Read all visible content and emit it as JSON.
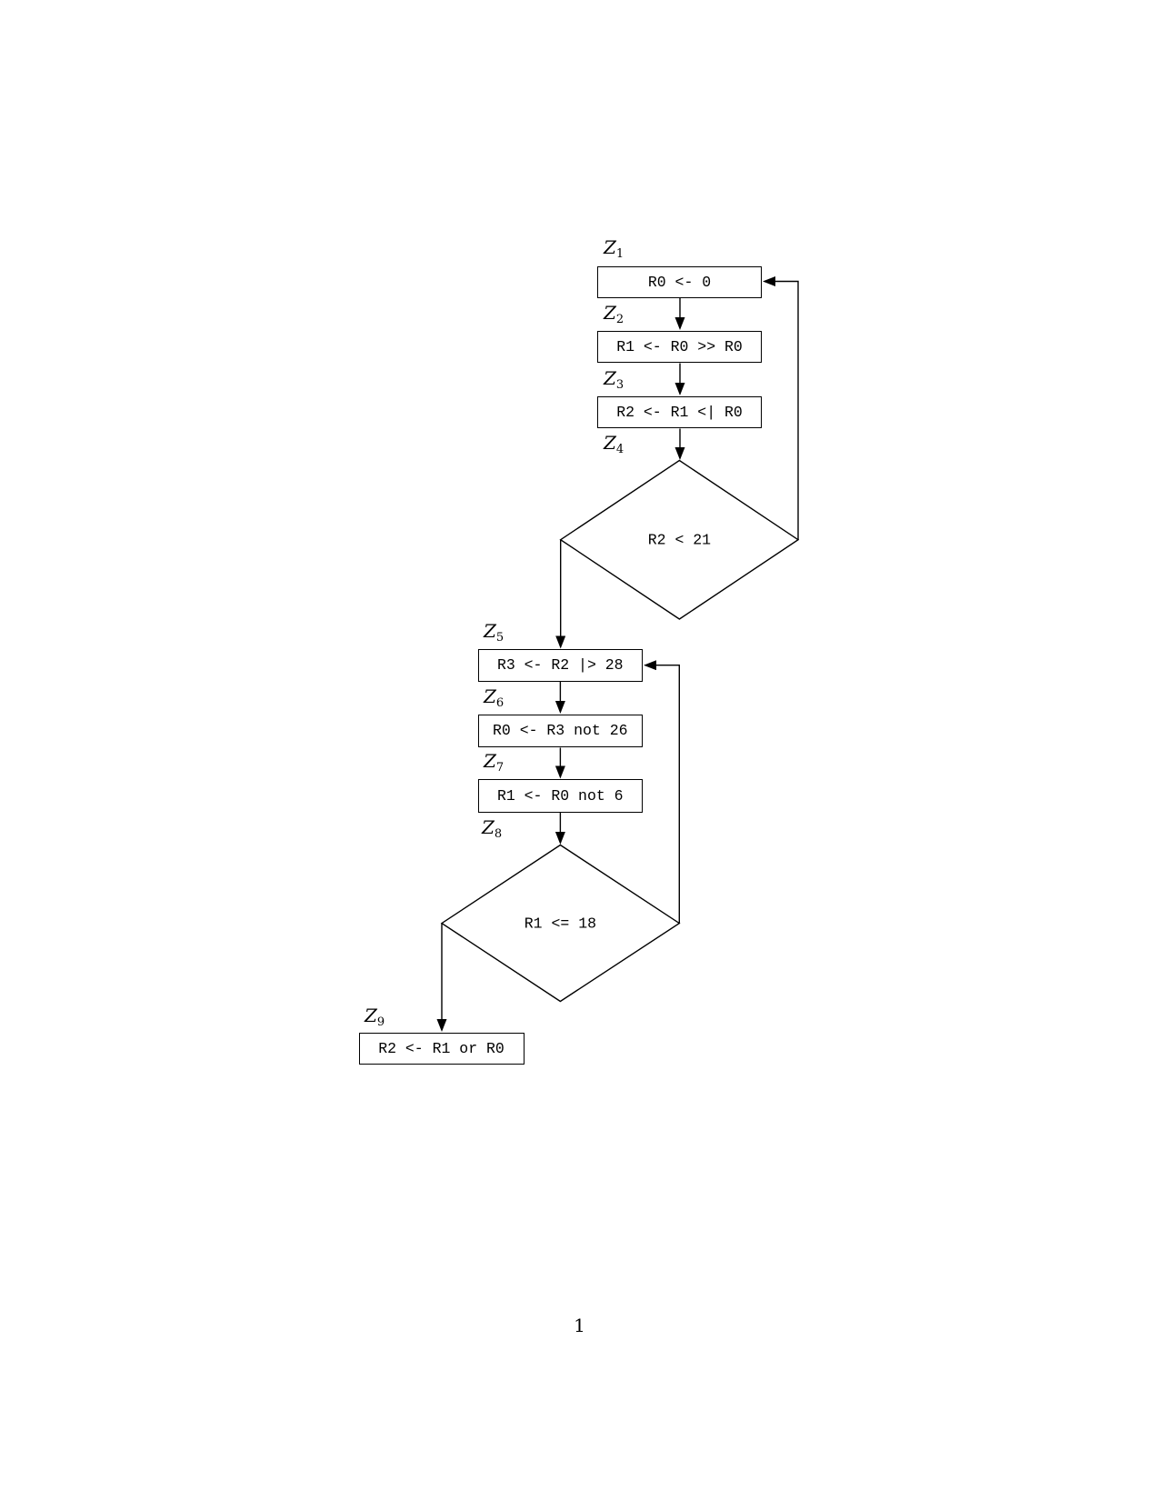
{
  "page": {
    "number": "1"
  },
  "colors": {
    "ink": "#000000",
    "paper": "#ffffff"
  },
  "flowchart": {
    "nodes": [
      {
        "id": "Z1",
        "label_base": "Z",
        "label_sub": "1",
        "shape": "rect",
        "text": "R0 <- 0"
      },
      {
        "id": "Z2",
        "label_base": "Z",
        "label_sub": "2",
        "shape": "rect",
        "text": "R1 <- R0 >> R0"
      },
      {
        "id": "Z3",
        "label_base": "Z",
        "label_sub": "3",
        "shape": "rect",
        "text": "R2 <- R1 <| R0"
      },
      {
        "id": "Z4",
        "label_base": "Z",
        "label_sub": "4",
        "shape": "diamond",
        "text": "R2 < 21"
      },
      {
        "id": "Z5",
        "label_base": "Z",
        "label_sub": "5",
        "shape": "rect",
        "text": "R3 <- R2 |> 28"
      },
      {
        "id": "Z6",
        "label_base": "Z",
        "label_sub": "6",
        "shape": "rect",
        "text": "R0 <- R3 not 26"
      },
      {
        "id": "Z7",
        "label_base": "Z",
        "label_sub": "7",
        "shape": "rect",
        "text": "R1 <- R0 not 6"
      },
      {
        "id": "Z8",
        "label_base": "Z",
        "label_sub": "8",
        "shape": "diamond",
        "text": "R1 <= 18"
      },
      {
        "id": "Z9",
        "label_base": "Z",
        "label_sub": "9",
        "shape": "rect",
        "text": "R2 <- R1 or R0"
      }
    ],
    "edges": [
      {
        "from": "Z1",
        "to": "Z2",
        "kind": "straight"
      },
      {
        "from": "Z2",
        "to": "Z3",
        "kind": "straight"
      },
      {
        "from": "Z3",
        "to": "Z4",
        "kind": "straight"
      },
      {
        "from": "Z4",
        "to": "Z1",
        "kind": "loop-back"
      },
      {
        "from": "Z4",
        "to": "Z5",
        "kind": "exit-left"
      },
      {
        "from": "Z5",
        "to": "Z6",
        "kind": "straight"
      },
      {
        "from": "Z6",
        "to": "Z7",
        "kind": "straight"
      },
      {
        "from": "Z7",
        "to": "Z8",
        "kind": "straight"
      },
      {
        "from": "Z8",
        "to": "Z5",
        "kind": "loop-back"
      },
      {
        "from": "Z8",
        "to": "Z9",
        "kind": "exit-left"
      }
    ]
  }
}
